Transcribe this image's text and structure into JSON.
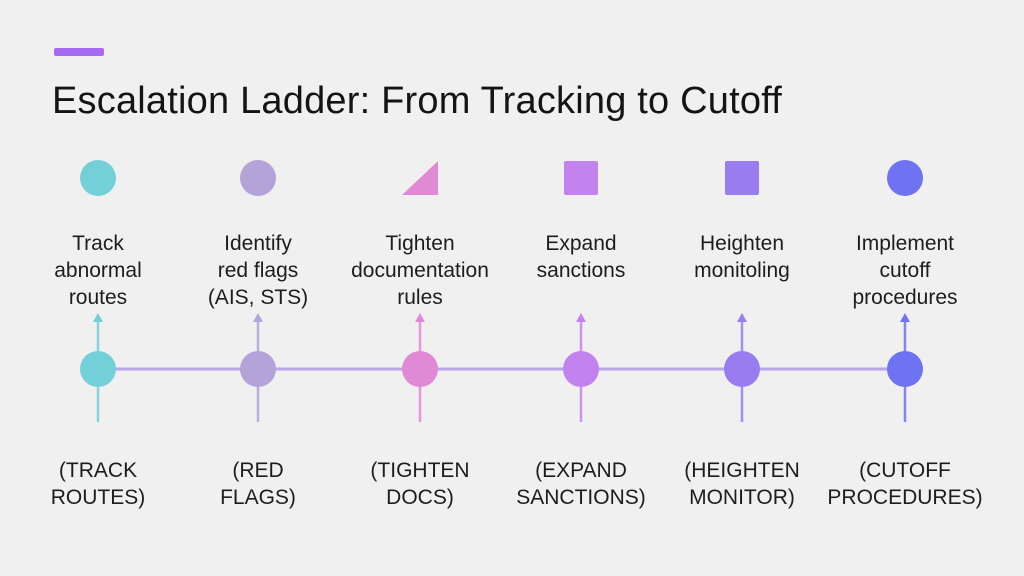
{
  "title": "Escalation Ladder: From Tracking to Cutoff",
  "colors": {
    "accent": "#a66bf0",
    "line": "#b9a6e6"
  },
  "steps": [
    {
      "label": "Track\nabnormal\nroutes",
      "code": "(TRACK\nROUTES)",
      "icon": "circle",
      "color": "#74d0d8"
    },
    {
      "label": "Identify\nred flags\n(AIS, STS)",
      "code": "(RED\nFLAGS)",
      "icon": "circle",
      "color": "#b4a3d8"
    },
    {
      "label": "Tighten\ndocumentation\nrules",
      "code": "(TIGHTEN\nDOCS)",
      "icon": "triangle",
      "color": "#e08ad6"
    },
    {
      "label": "Expand\nsanctions",
      "code": "(EXPAND\nSANCTIONS)",
      "icon": "square",
      "color": "#c383ee"
    },
    {
      "label": "Heighten\nmonitoling",
      "code": "(HEIGHTEN\nMONITOR)",
      "icon": "square",
      "color": "#9a7cf1"
    },
    {
      "label": "Implement\ncutoff\nprocedures",
      "code": "(CUTOFF\nPROCEDURES)",
      "icon": "circle",
      "color": "#6f73f1"
    }
  ]
}
